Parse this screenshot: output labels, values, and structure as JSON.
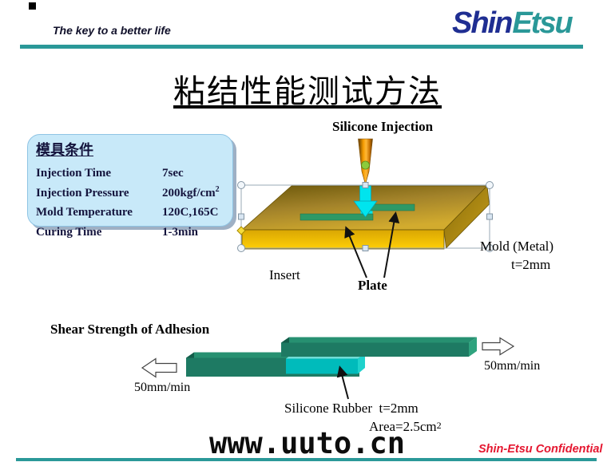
{
  "header": {
    "tagline": "The key to a better life",
    "logo_part1": "Shin",
    "logo_part2": "Etsu"
  },
  "title": "粘结性能测试方法",
  "mold_conditions": {
    "heading": "模具条件",
    "rows": [
      {
        "label": "Injection Time",
        "value": "7sec",
        "sup": ""
      },
      {
        "label": "Injection Pressure",
        "value": "200kgf/cm",
        "sup": "2"
      },
      {
        "label": "Mold Temperature",
        "value": "120C,165C",
        "sup": ""
      },
      {
        "label": "Curing Time",
        "value": "1-3min",
        "sup": ""
      }
    ]
  },
  "mold_diagram": {
    "injection_label": "Silicone Injection",
    "insert_label": "Insert",
    "plate_label": "Plate",
    "mold_label": "Mold (Metal)",
    "mold_thickness": "t=2mm"
  },
  "shear_section": {
    "heading": "Shear Strength of Adhesion",
    "left_speed": "50mm/min",
    "right_speed": "50mm/min",
    "rubber_label": "Silicone Rubber  t=2mm",
    "area_label": "Area=2.5cm",
    "area_sup": "2"
  },
  "watermark": "www.uuto.cn",
  "footer": {
    "confidential": "Shin-Etsu Confidential"
  },
  "colors": {
    "brand_teal": "#2A9898",
    "brand_navy": "#1F2E92",
    "confidential_red": "#E51730",
    "callout_blue": "#C8E9F9",
    "mold_gold": "#E8B400",
    "plate_green": "#2E9966",
    "silicone_cyan": "#00BBBB",
    "bar_green": "#1E7A63"
  }
}
